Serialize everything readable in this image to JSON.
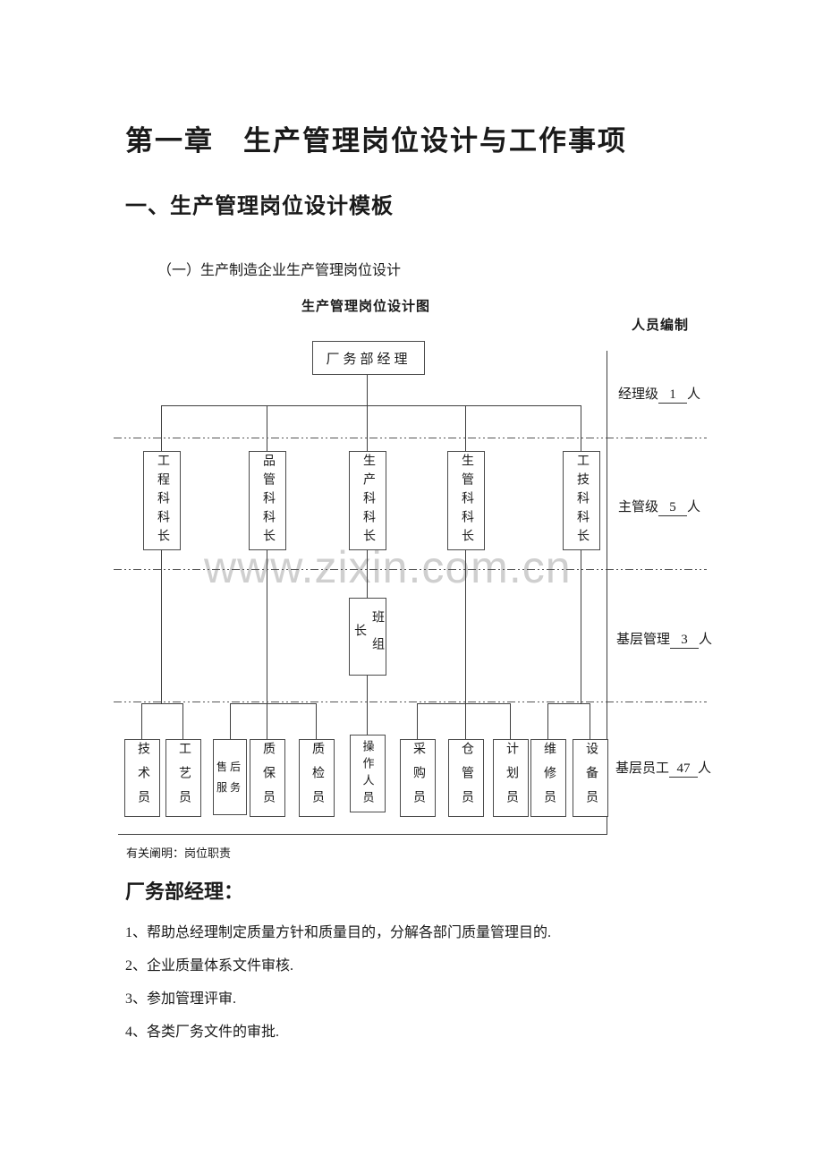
{
  "page": {
    "chapter_title": "第一章　生产管理岗位设计与工作事项",
    "section_title": "一、生产管理岗位设计模板",
    "subsection_title": "（一）生产制造企业生产管理岗位设计"
  },
  "chart": {
    "title": "生产管理岗位设计图",
    "staffing_header": "人员编制",
    "manager_box": "厂务部经理",
    "level2_boxes": [
      "工程科科长",
      "品管科科长",
      "生产科科长",
      "生管科科长",
      "工技科科长"
    ],
    "level3_box": "班组长",
    "level4_boxes": [
      "技术员",
      "工艺员",
      "售后服务",
      "质保员",
      "质检员",
      "操作人员",
      "采购员",
      "仓管员",
      "计划员",
      "维修员",
      "设备员"
    ],
    "staffing_rows": [
      {
        "level": "经理级",
        "count": "1",
        "unit": "人"
      },
      {
        "level": "主管级",
        "count": "5",
        "unit": "人"
      },
      {
        "level": "基层管理",
        "count": "3",
        "unit": "人"
      },
      {
        "level": "基层员工",
        "count": "47",
        "unit": "人"
      }
    ],
    "caption": "有关阐明：岗位职责"
  },
  "watermark": "www.zixin.com.cn",
  "duties": {
    "heading": "厂务部经理：",
    "items": [
      "1、帮助总经理制定质量方针和质量目的，分解各部门质量管理目的.",
      "2、企业质量体系文件审核.",
      "3、参加管理评审.",
      "4、各类厂务文件的审批."
    ]
  }
}
